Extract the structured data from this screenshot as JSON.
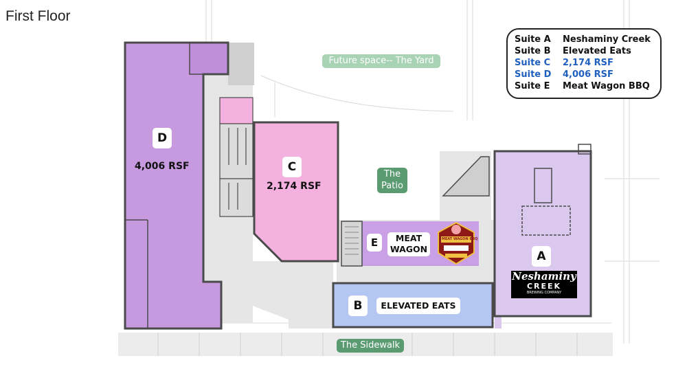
{
  "page_title": "First Floor",
  "suites": {
    "a": {
      "letter": "A"
    },
    "b": {
      "letter": "B",
      "name": "ELEVATED EATS"
    },
    "c": {
      "letter": "C",
      "rsf": "2,174 RSF"
    },
    "d": {
      "letter": "D",
      "rsf": "4,006 RSF"
    },
    "e": {
      "letter": "E",
      "name_line1": "MEAT",
      "name_line2": "WAGON"
    }
  },
  "areas": {
    "yard": "Future space-- The Yard",
    "patio_line1": "The",
    "patio_line2": "Patio",
    "sidewalk": "The Sidewalk"
  },
  "logos": {
    "neshaminy_line1": "Neshaminy",
    "neshaminy_line2": "CREEK",
    "neshaminy_line3": "BREWING COMPANY",
    "meat_wagon": "MEAT WAGON BBQ"
  },
  "legend": [
    {
      "key": "Suite A",
      "value": "Neshaminy Creek",
      "color": "#111111"
    },
    {
      "key": "Suite B",
      "value": "Elevated Eats",
      "color": "#111111"
    },
    {
      "key": "Suite C",
      "value": "2,174 RSF",
      "color": "#1f5fbf"
    },
    {
      "key": "Suite D",
      "value": "4,006 RSF",
      "color": "#1f5fbf"
    },
    {
      "key": "Suite E",
      "value": "Meat Wagon BBQ",
      "color": "#111111"
    }
  ],
  "colors": {
    "suite_d": "#c79ae0",
    "suite_c": "#f4b1e0",
    "suite_e": "#c9a0e6",
    "suite_a": "#dac8ef",
    "suite_b": "#b4c6f2",
    "corridor": "#e6e6e6",
    "green_pill": "#5b9b72",
    "wall": "#4a4a4a"
  }
}
